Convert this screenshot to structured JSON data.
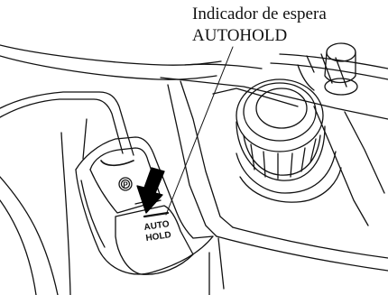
{
  "callout": {
    "line1": "Indicador de espera",
    "line2": "AUTOHOLD"
  },
  "buttons": {
    "parking_brake_symbol": "P",
    "autohold_label_line1": "AUTO",
    "autohold_label_line2": "HOLD"
  }
}
